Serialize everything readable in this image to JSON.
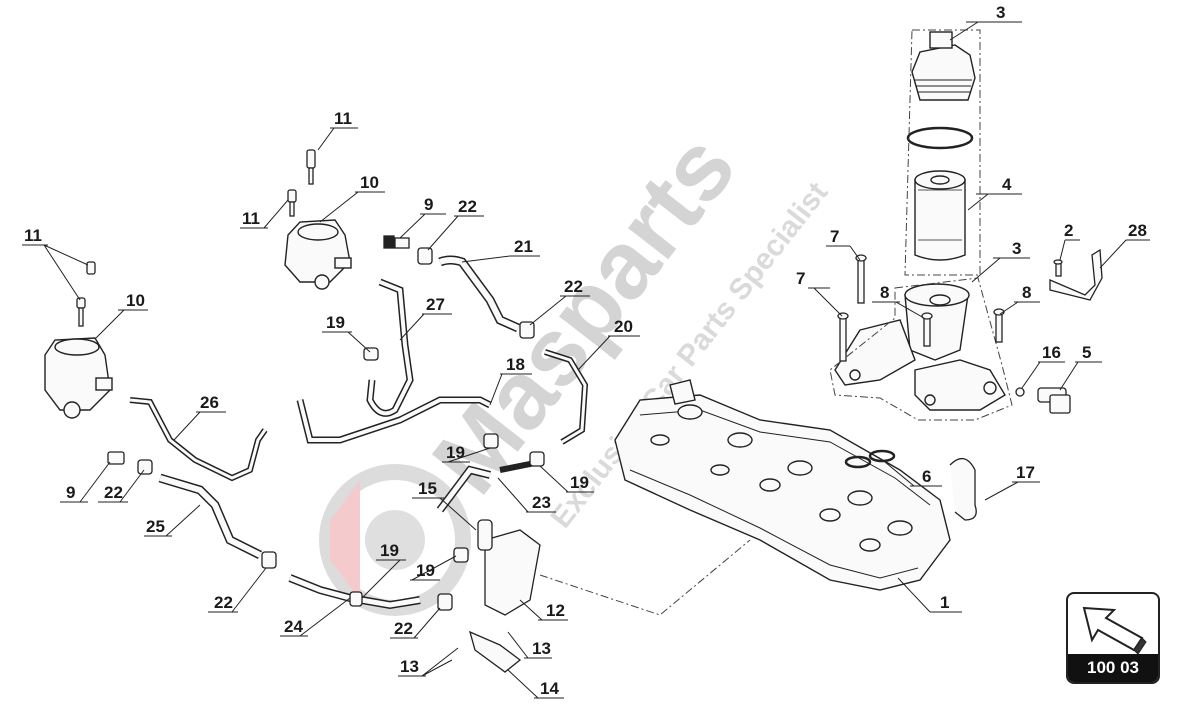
{
  "watermark": {
    "brand": "Masparts",
    "tagline": "Exclusive Car Parts Specialist"
  },
  "reference": {
    "code": "100 03",
    "icon": "arrow-icon"
  },
  "callouts": [
    {
      "id": "c1",
      "label": "1"
    },
    {
      "id": "c2",
      "label": "2"
    },
    {
      "id": "c3a",
      "label": "3"
    },
    {
      "id": "c3b",
      "label": "3"
    },
    {
      "id": "c4",
      "label": "4"
    },
    {
      "id": "c5",
      "label": "5"
    },
    {
      "id": "c6",
      "label": "6"
    },
    {
      "id": "c7a",
      "label": "7"
    },
    {
      "id": "c7b",
      "label": "7"
    },
    {
      "id": "c8a",
      "label": "8"
    },
    {
      "id": "c8b",
      "label": "8"
    },
    {
      "id": "c9a",
      "label": "9"
    },
    {
      "id": "c9b",
      "label": "9"
    },
    {
      "id": "c10a",
      "label": "10"
    },
    {
      "id": "c10b",
      "label": "10"
    },
    {
      "id": "c11a",
      "label": "11"
    },
    {
      "id": "c11b",
      "label": "11"
    },
    {
      "id": "c11c",
      "label": "11"
    },
    {
      "id": "c12",
      "label": "12"
    },
    {
      "id": "c13a",
      "label": "13"
    },
    {
      "id": "c13b",
      "label": "13"
    },
    {
      "id": "c14",
      "label": "14"
    },
    {
      "id": "c15",
      "label": "15"
    },
    {
      "id": "c16",
      "label": "16"
    },
    {
      "id": "c17",
      "label": "17"
    },
    {
      "id": "c18",
      "label": "18"
    },
    {
      "id": "c19a",
      "label": "19"
    },
    {
      "id": "c19b",
      "label": "19"
    },
    {
      "id": "c19c",
      "label": "19"
    },
    {
      "id": "c19d",
      "label": "19"
    },
    {
      "id": "c19e",
      "label": "19"
    },
    {
      "id": "c20",
      "label": "20"
    },
    {
      "id": "c21",
      "label": "21"
    },
    {
      "id": "c22a",
      "label": "22"
    },
    {
      "id": "c22b",
      "label": "22"
    },
    {
      "id": "c22c",
      "label": "22"
    },
    {
      "id": "c22d",
      "label": "22"
    },
    {
      "id": "c22e",
      "label": "22"
    },
    {
      "id": "c23",
      "label": "23"
    },
    {
      "id": "c24",
      "label": "24"
    },
    {
      "id": "c25",
      "label": "25"
    },
    {
      "id": "c26",
      "label": "26"
    },
    {
      "id": "c27",
      "label": "27"
    },
    {
      "id": "c28",
      "label": "28"
    }
  ]
}
